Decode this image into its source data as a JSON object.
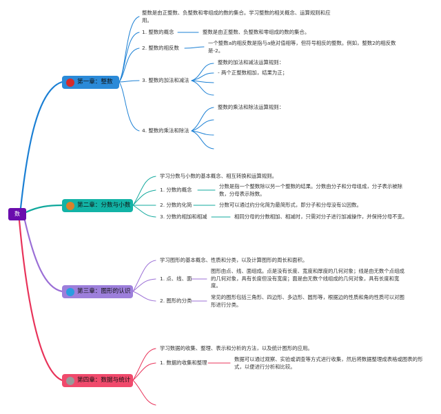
{
  "root": {
    "label": "数"
  },
  "colors": {
    "root": "#6a0dad",
    "ch1": "#1a7fd4",
    "ch1_node": "#2b8ad8",
    "ch1_dot": "#d62b2b",
    "ch2": "#0fa89c",
    "ch2_node": "#12b3a6",
    "ch2_dot": "#d9812a",
    "ch3": "#9b6fd6",
    "ch3_node": "#9d7fdb",
    "ch3_dot": "#2a9de0",
    "ch4": "#e8335a",
    "ch4_node": "#f04a6c",
    "ch4_dot": "#9a9a9a"
  },
  "chapters": [
    {
      "label": "第一章：整数",
      "intro": "整数是由正整数、负整数和零组成的数的集合。学习整数的相关概念、运算规则和应用。",
      "topics": [
        {
          "label": "1. 整数的概念",
          "desc": "整数是由正整数、负整数和零组成的数的集合。"
        },
        {
          "label": "2. 整数的相反数",
          "desc": "一个整数a的相反数是指与a绝对值相等，但符号相反的整数。例如，整数2的相反数是-2。"
        },
        {
          "label": "3. 整数的加法和减法",
          "desc": "整数的加法和减法运算规则：",
          "desc2": "- 两个正整数相加，结果为正；"
        },
        {
          "label": "4. 整数的乘法和除法",
          "desc": "整数的乘法和除法运算规则："
        }
      ]
    },
    {
      "label": "第二章：分数与小数",
      "intro": "学习分数与小数的基本概念、相互转换和运算规则。",
      "topics": [
        {
          "label": "1. 分数的概念",
          "desc": "分数是指一个整数除以另一个整数的结果。分数由分子和分母组成，分子表示被除数，分母表示除数。"
        },
        {
          "label": "2. 分数的化简",
          "desc": "分数可以通过约分化简为最简形式，即分子和分母没有公因数。"
        },
        {
          "label": "3. 分数的相加和相减",
          "desc": "相同分母的分数相加、相减时，只需对分子进行加减操作，并保持分母不变。"
        }
      ]
    },
    {
      "label": "第三章：图形的认识",
      "intro": "学习图形的基本概念、性质和分类，以及计算图形的周长和面积。",
      "topics": [
        {
          "label": "1. 点、线、面",
          "desc": "图形由点、线、面组成。点是没有长度、宽度和厚度的几何对象；线是由无数个点组成的几何对象，具有长度但没有宽度；面是由无数个线组成的几何对象，具有长度和宽度。"
        },
        {
          "label": "2. 图形的分类",
          "desc": "常见的图形包括三角形、四边形、多边形、圆形等，根据边的性质和角的性质可以对图形进行分类。"
        }
      ]
    },
    {
      "label": "第四章：数据与统计",
      "intro": "学习数据的收集、整理、表示和分析的方法，以及统计图形的应用。",
      "topics": [
        {
          "label": "1. 数据的收集和整理",
          "desc": "数据可以通过观察、实验或调查等方式进行收集，然后将数据整理成表格或图表的形式，以便进行分析和比较。"
        }
      ]
    }
  ]
}
